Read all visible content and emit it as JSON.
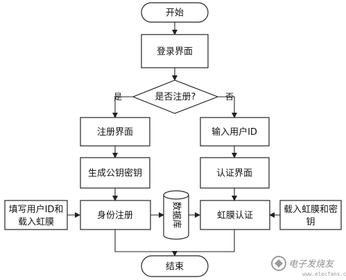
{
  "flowchart": {
    "start": "开始",
    "login": "登录界面",
    "decision": "是否注册?",
    "yes_label": "是",
    "no_label": "否",
    "register_ui": "注册界面",
    "input_id": "输入用户ID",
    "gen_keys": "生成公钥密钥",
    "auth_ui": "认证界面",
    "fill_line1": "填写用户ID和",
    "fill_line2": "载入虹膜",
    "identity_reg": "身份注册",
    "database": "数据库",
    "iris_auth": "虹膜认证",
    "load_line1": "载入虹膜和密",
    "load_line2": "钥",
    "end": "结束"
  },
  "watermark": {
    "site_name": "电子发烧友",
    "site_url": "www.elecfans.com"
  }
}
